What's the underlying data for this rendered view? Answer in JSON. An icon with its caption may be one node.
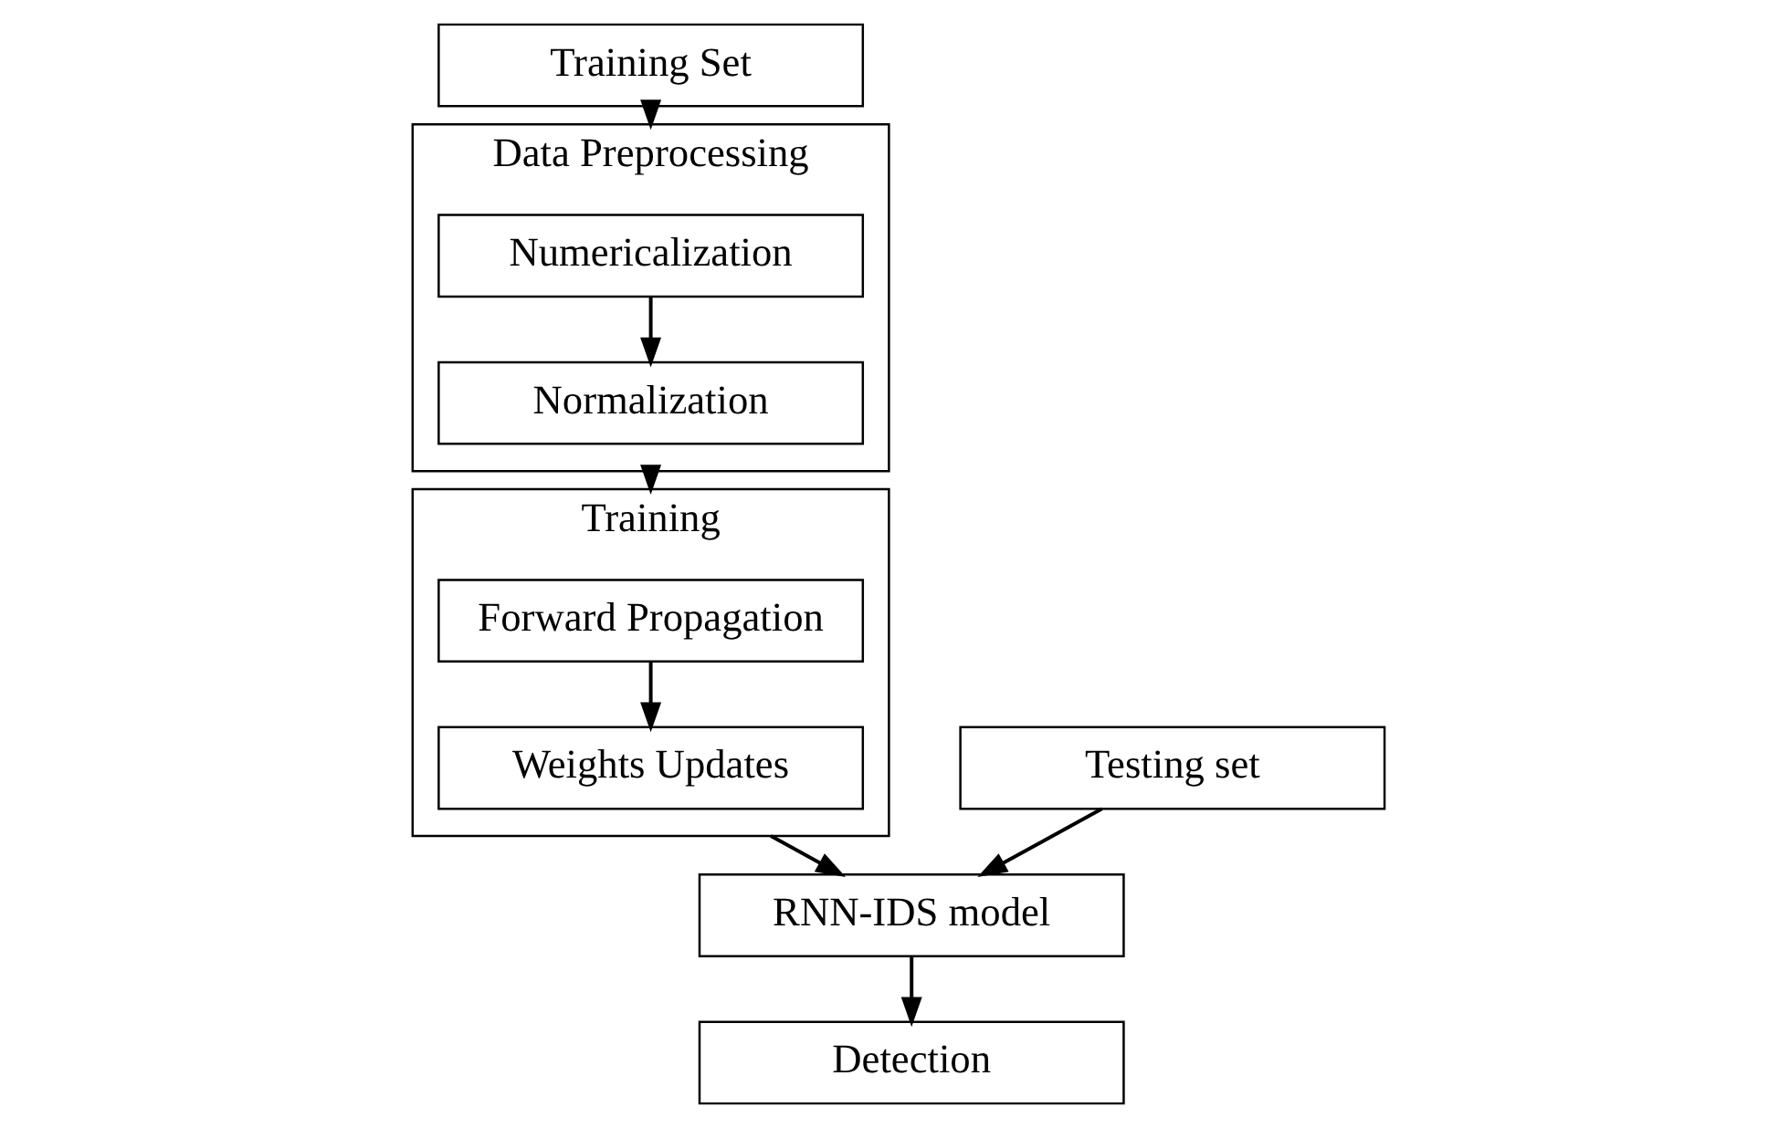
{
  "diagram": {
    "nodes": [
      {
        "text": [
          "Training Set"
        ]
      },
      {
        "text": [
          "Data Preprocessing"
        ]
      },
      {
        "text": [
          "Numericalization"
        ],
        "in": 1
      },
      {
        "text": [
          "Normalization"
        ],
        "in": 1
      },
      {
        "text": [
          "Training"
        ]
      },
      {
        "text": [
          "Forward Propagation"
        ],
        "in": 4
      },
      {
        "text": [
          "Weights Updates"
        ],
        "in": 4
      },
      {
        "text": [
          "Testing set"
        ]
      },
      {
        "text": [
          "RNN-IDS model"
        ]
      },
      {
        "text": [
          "Detection"
        ]
      }
    ],
    "edges": [
      {
        "from": 0,
        "to": 1,
        "arrow": "to"
      },
      {
        "from": 2,
        "to": 3,
        "arrow": "to"
      },
      {
        "from": 1,
        "to": 4,
        "arrow": "to"
      },
      {
        "from": 5,
        "to": 6,
        "arrow": "to"
      },
      {
        "from": 4,
        "to": 8,
        "arrow": "to"
      },
      {
        "from": 7,
        "to": 8,
        "arrow": "to"
      },
      {
        "from": 8,
        "to": 9,
        "arrow": "to"
      }
    ]
  }
}
